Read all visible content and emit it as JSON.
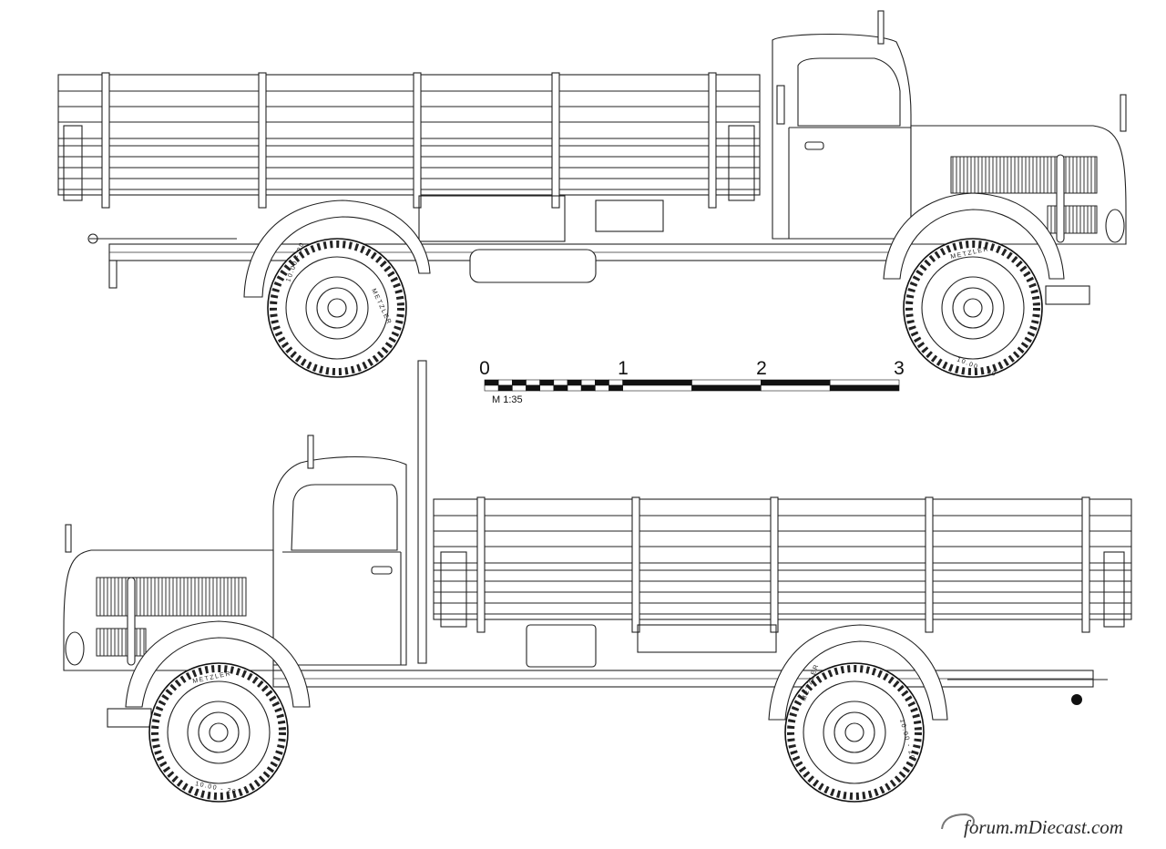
{
  "scale": {
    "labels": [
      "0",
      "1",
      "2",
      "3"
    ],
    "caption": "M 1:35"
  },
  "tyre": {
    "brand": "METZLER",
    "size": "10.00 - 20"
  },
  "watermark": {
    "text": "forum.mDiecast.com"
  }
}
